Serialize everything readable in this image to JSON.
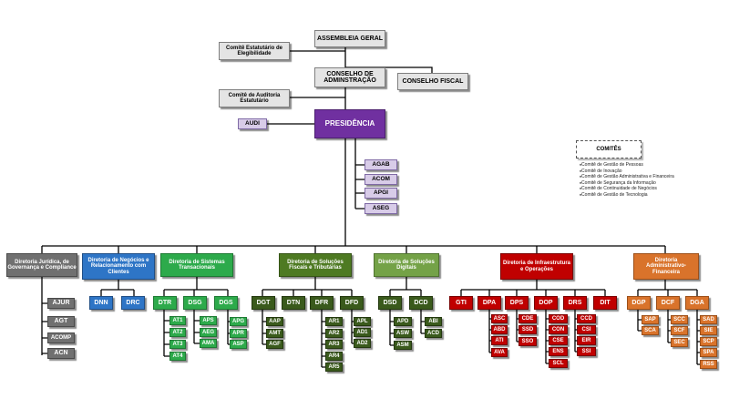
{
  "top": {
    "assembleia": "ASSEMBLEIA GERAL",
    "comite_elegibilidade": "Comitê Estatutário de Elegibilidade",
    "conselho_admin": "CONSELHO DE ADMINSTRAÇÃO",
    "conselho_fiscal": "CONSELHO FISCAL",
    "comite_auditoria": "Comitê de Auditoria Estatutário",
    "audi": "AUDI",
    "presidencia": "PRESIDÊNCIA"
  },
  "assessorias": [
    "AGAB",
    "ACOM",
    "APGI",
    "ASEG"
  ],
  "committees": {
    "title": "COMITÊS",
    "items": [
      "Comitê de Gestão de Pessoas",
      "Comitê de Inovação",
      "Comitê de Gestão Administrativa e Financeira",
      "Comitê de Segurança da Informação",
      "Comitê de Continuidade de Negócios",
      "Comitê de Gestão de Tecnologia"
    ]
  },
  "directorates": [
    {
      "name": "Diretoria Jurídica, de Governança e Compliance",
      "units": [
        "AJUR",
        "AGT",
        "ACOMP",
        "ACN"
      ]
    },
    {
      "name": "Diretoria de Negócios e Relacionamento com Clientes",
      "units": [
        "DNN",
        "DRC"
      ]
    },
    {
      "name": "Diretoria de Sistemas Transacionais",
      "units": [
        {
          "name": "DTR",
          "subs": [
            "AT1",
            "AT2",
            "AT3",
            "AT4"
          ]
        },
        {
          "name": "DSG",
          "subs": [
            "APS",
            "AEG",
            "AMA"
          ]
        },
        {
          "name": "DGS",
          "subs": [
            "APG",
            "APR",
            "ASP"
          ]
        }
      ]
    },
    {
      "name": "Diretoria de Soluções Fiscais e Tributárias",
      "units": [
        {
          "name": "DGT",
          "subs": [
            "AAP",
            "AMT",
            "AGF"
          ]
        },
        {
          "name": "DTN",
          "subs": []
        },
        {
          "name": "DFR",
          "subs": [
            "AR1",
            "AR2",
            "AR3",
            "AR4",
            "AR5"
          ]
        },
        {
          "name": "DFD",
          "subs": [
            "APL",
            "AD1",
            "AD2"
          ]
        }
      ]
    },
    {
      "name": "Diretoria de Soluções Digitais",
      "units": [
        {
          "name": "DSD",
          "subs": [
            "APD",
            "ASW",
            "ASM"
          ]
        },
        {
          "name": "DCD",
          "subs": [
            "ABI",
            "ACD"
          ]
        }
      ]
    },
    {
      "name": "Diretoria de Infraestrutura e Operações",
      "units": [
        {
          "name": "GTI",
          "subs": []
        },
        {
          "name": "DPA",
          "subs": [
            "ASC",
            "ABD",
            "ATI",
            "AVA"
          ]
        },
        {
          "name": "DPS",
          "subs": [
            "CDE",
            "SSD",
            "SSO"
          ]
        },
        {
          "name": "DOP",
          "subs": [
            "COD",
            "CON",
            "CSE",
            "ENS",
            "SCL"
          ]
        },
        {
          "name": "DRS",
          "subs": [
            "CCD",
            "CSI",
            "EIR",
            "SSI"
          ]
        },
        {
          "name": "DIT",
          "subs": []
        }
      ]
    },
    {
      "name": "Diretoria Administrativo-Financeira",
      "units": [
        {
          "name": "DGP",
          "subs": [
            "SAP",
            "SCA"
          ]
        },
        {
          "name": "DCF",
          "subs": [
            "SCC",
            "SCF",
            "SEC"
          ]
        },
        {
          "name": "DGA",
          "subs": [
            "SAD",
            "SIE",
            "SCP",
            "SPA",
            "RSS"
          ]
        }
      ]
    }
  ]
}
